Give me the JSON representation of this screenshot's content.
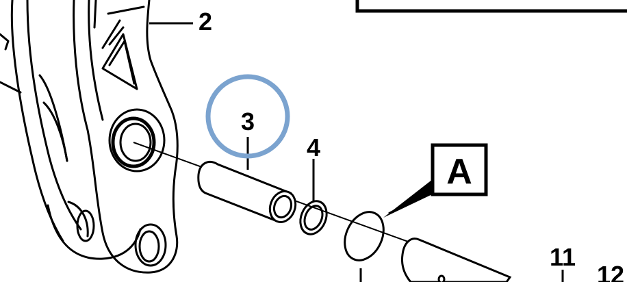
{
  "callouts": {
    "part_2": "2",
    "part_3": "3",
    "part_4": "4",
    "part_11": "11",
    "part_12": "12",
    "detail_a": "A"
  },
  "highlight": {
    "target": "part_3",
    "color": "#7ba3cf"
  }
}
